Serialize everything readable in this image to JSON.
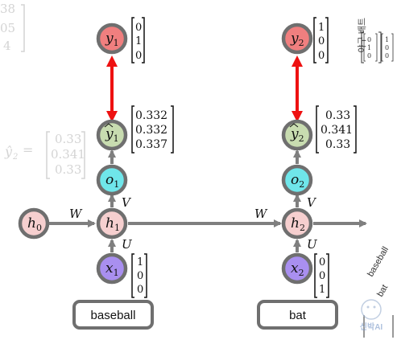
{
  "colors": {
    "edge": "#7f7f7f",
    "node_stroke": "#6f6f6f",
    "output_fill": "#f07f7f",
    "prediction_fill": "#c8dcb0",
    "hidden_out_fill": "#6fe6ea",
    "hidden_fill": "#f6cfcf",
    "input_fill": "#a98ff0",
    "feedback_arrow": "#ee1111",
    "faded_text": "#d4d4d4",
    "label_text": "#111111"
  },
  "labels": {
    "w_left": "W",
    "w_right": "W",
    "v_1": "V",
    "v_2": "V",
    "u_1": "U",
    "u_2": "U"
  },
  "nodes": {
    "y1": {
      "base": "y",
      "sub": "1"
    },
    "y2": {
      "base": "y",
      "sub": "2"
    },
    "yhat1": {
      "base": "y",
      "sub": "1"
    },
    "yhat2": {
      "base": "y",
      "sub": "2"
    },
    "o1": {
      "base": "o",
      "sub": "1"
    },
    "o2": {
      "base": "o",
      "sub": "2"
    },
    "h0": {
      "base": "h",
      "sub": "0"
    },
    "h1": {
      "base": "h",
      "sub": "1"
    },
    "h2": {
      "base": "h",
      "sub": "2"
    },
    "x1": {
      "base": "x",
      "sub": "1"
    },
    "x2": {
      "base": "x",
      "sub": "2"
    }
  },
  "vectors": {
    "y1": [
      "0",
      "1",
      "0"
    ],
    "y2": [
      "1",
      "0",
      "0"
    ],
    "yhat1": [
      "0.332",
      "0.332",
      "0.337"
    ],
    "yhat2": [
      "0.33",
      "0.341",
      "0.33"
    ],
    "x1": [
      "1",
      "0",
      "0"
    ],
    "x2": [
      "0",
      "0",
      "1"
    ]
  },
  "words": {
    "w1": "baseball",
    "w2": "bat"
  },
  "faded": {
    "top_left_numbers": [
      "38",
      "05",
      "4"
    ],
    "left_matrix": [
      "0.33",
      "0.341",
      "0.33"
    ],
    "vocab_title": "야구 배트",
    "vocab_cols": [
      [
        "0",
        "1",
        "0"
      ],
      [
        "1",
        "0",
        "0"
      ]
    ],
    "side_words": [
      "baseball",
      "bat"
    ],
    "watermark": "신박AI"
  }
}
